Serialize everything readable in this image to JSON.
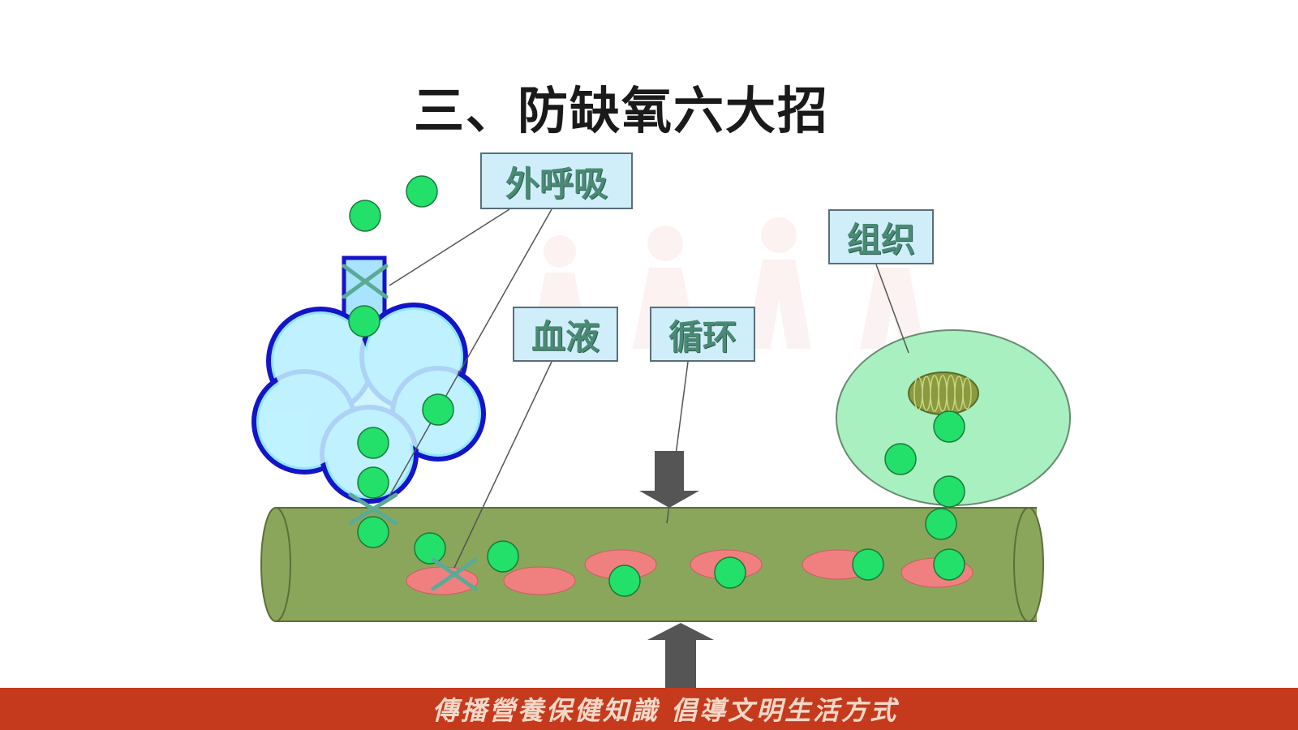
{
  "slide": {
    "title": "三、防缺氧六大招"
  },
  "labels": {
    "external_respiration": "外呼吸",
    "blood": "血液",
    "circulation": "循环",
    "tissue": "组织"
  },
  "footer": {
    "slogan": "傳播營養保健知識 倡導文明生活方式"
  },
  "colors": {
    "vessel": "#8aa65a",
    "red_cell": "#f08080",
    "oxygen": "#22e06a",
    "lung": "#8fe6ff",
    "tissue_cell": "#a8f0c0",
    "label_fill": "#cfeefa",
    "footer": "#c53a1d"
  }
}
